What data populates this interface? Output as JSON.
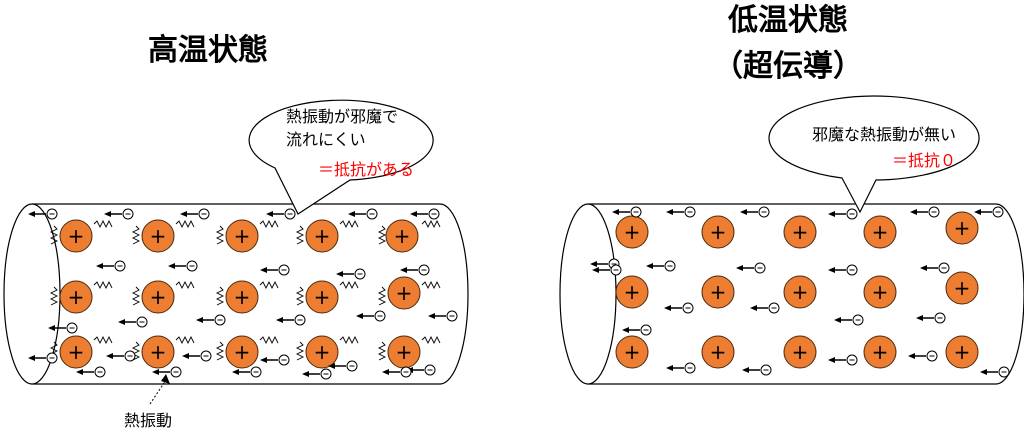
{
  "left": {
    "title": "高温状態",
    "bubble_line1": "熱振動が邪魔で",
    "bubble_line2": "流れにくい",
    "bubble_line3": "＝抵抗がある",
    "annotation": "熱振動"
  },
  "right": {
    "title_line1": "低温状態",
    "title_line2": "（超伝導）",
    "bubble_line1": "邪魔な熱振動が無い",
    "bubble_line2": "＝抵抗０"
  },
  "symbols": {
    "ion": "+",
    "electron": "−"
  },
  "colors": {
    "ion_fill": "#ed7d31",
    "ion_stroke": "#4a2a10",
    "line": "#000000",
    "highlight_text": "#ff0000"
  },
  "icons": [
    "ion-icon",
    "electron-icon",
    "thermal-vibration-icon",
    "speech-bubble-icon",
    "conductor-cylinder-icon"
  ]
}
